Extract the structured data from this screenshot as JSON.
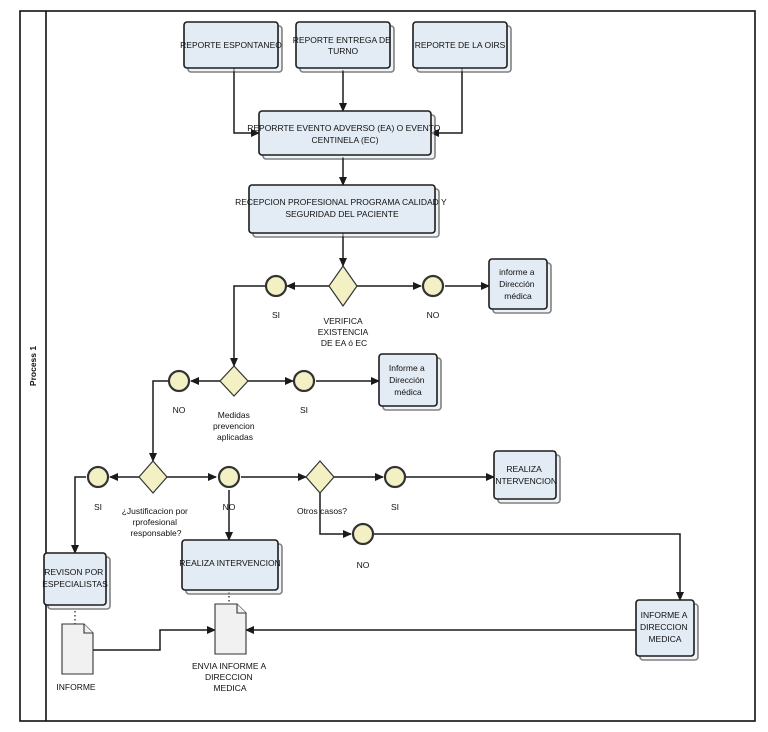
{
  "pool_label": "Process 1",
  "tasks": {
    "reporte_espontaneo": "REPORTE ESPONTANEO",
    "reporte_entrega_turno": [
      "REPORTE ENTREGA DE",
      "TURNO"
    ],
    "reporte_oirs": "REPORTE DE LA OIRS",
    "reporte_evento": [
      "REPORRTE EVENTO ADVERSO (EA) O EVENTO",
      "CENTINELA (EC)"
    ],
    "recepcion": [
      "RECEPCION PROFESIONAL PROGRAMA CALIDAD Y",
      "SEGURIDAD DEL PACIENTE"
    ],
    "informe_direccion_1": [
      "informe a",
      "Dirección",
      "médica"
    ],
    "informe_direccion_2": [
      "Informe a",
      "Dirección",
      "médica"
    ],
    "realiza_intervencion_right": [
      "REALIZA",
      "INTERVENCION"
    ],
    "realiza_intervencion_center": "REALIZA INTERVENCION",
    "revision": [
      "REVISON POR",
      "ESPECIALISTAS"
    ],
    "informe_a_direccion_medica": [
      "INFORME A",
      "DIRECCION",
      "MEDICA"
    ]
  },
  "gateways": {
    "g1": [
      "VERIFICA",
      "EXISTENCIA",
      "DE EA ó EC"
    ],
    "g2": [
      "Medidas",
      "prevencion",
      "aplicadas"
    ],
    "g3": [
      "¿Justificacion por",
      "rprofesional",
      "responsable?"
    ],
    "g4": "Otros casos?"
  },
  "events": {
    "si_1": "SI",
    "no_1": "NO",
    "no_2": "NO",
    "si_2": "SI",
    "si_3": "SI",
    "no_3": "NO",
    "si_4": "SI",
    "no_4": "NO"
  },
  "documents": {
    "informe": "INFORME",
    "envia_informe": [
      "ENVIA INFORME A",
      "DIRECCION",
      "MEDICA"
    ]
  }
}
